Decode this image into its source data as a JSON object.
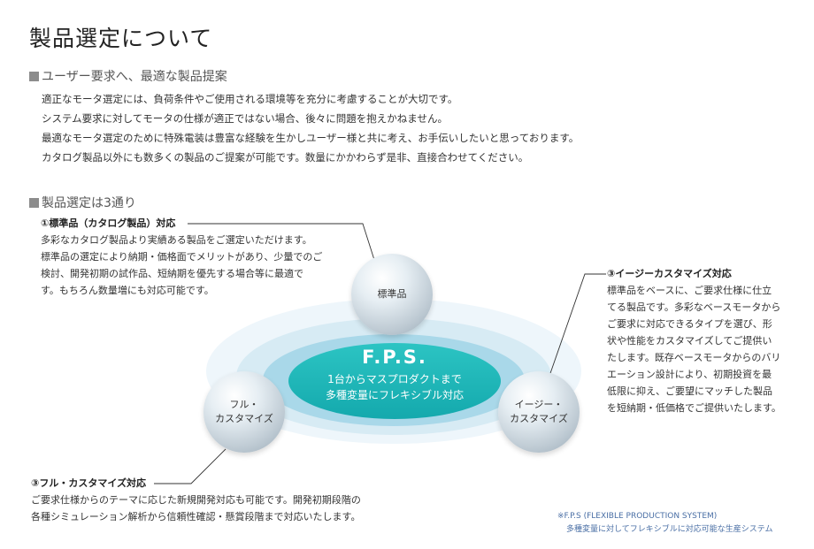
{
  "page_title": "製品選定について",
  "section1": {
    "heading": "ユーザー要求へ、最適な製品提案",
    "lines": [
      "適正なモータ選定には、負荷条件やご使用される環境等を充分に考慮することが大切です。",
      "システム要求に対してモータの仕様が適正ではない場合、後々に問題を抱えかねません。",
      "最適なモータ選定のために特殊電装は豊富な経験を生かしユーザー様と共に考え、お手伝いしたいと思っております。",
      "カタログ製品以外にも数多くの製品のご提案が可能です。数量にかかわらず是非、直接合わせてください。"
    ]
  },
  "section2": {
    "heading": "製品選定は3通り"
  },
  "standard": {
    "heading": "①標準品（カタログ製品）対応",
    "lines": [
      "多彩なカタログ製品より実績ある製品をご選定いただけます。",
      "標準品の選定により納期・価格面でメリットがあり、少量でのご",
      "検討、開発初期の試作品、短納期を優先する場合等に最適で",
      "す。もちろん数量増にも対応可能です。"
    ]
  },
  "easy": {
    "heading": "③イージーカスタマイズ対応",
    "lines": [
      "標準品をベースに、ご要求仕様に仕立",
      "てる製品です。多彩なベースモータから",
      "ご要求に対応できるタイプを選び、形",
      "状や性能をカスタマイズしてご提供い",
      "たします。既存ベースモータからのバリ",
      "エーション設計により、初期投資を最",
      "低限に抑え、ご要望にマッチした製品",
      "を短納期・低価格でご提供いたします。"
    ]
  },
  "full": {
    "heading": "③フル・カスタマイズ対応",
    "lines": [
      "ご要求仕様からのテーマに応じた新規開発対応も可能です。開発初期段階の",
      "各種シミュレーション解析から信頼性確認・懸賞段階まで対応いたします。"
    ]
  },
  "diagram": {
    "center_title": "F.P.S.",
    "center_lines": [
      "1台からマスプロダクトまで",
      "多種変量にフレキシブル対応"
    ],
    "ball_standard": "標準品",
    "ball_full": [
      "フル・",
      "カスタマイズ"
    ],
    "ball_easy": [
      "イージー・",
      "カスタマイズ"
    ]
  },
  "footnote": {
    "line1": "※F.P.S (FLEXIBLE PRODUCTION SYSTEM)",
    "line2": "多種変量に対してフレキシブルに対応可能な生産システム"
  },
  "colors": {
    "ring_outer": "#eef6fb",
    "ring_mid": "#cfe6f2",
    "ring_inner": "#9fd3e6",
    "center": "#1fb8b8",
    "accent_text": "#4a6fa5"
  }
}
